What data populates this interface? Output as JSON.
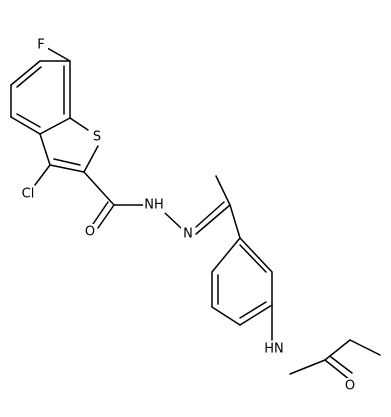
{
  "molecule": {
    "atoms": [
      {
        "id": "F",
        "label": "F"
      },
      {
        "id": "S",
        "label": "S"
      },
      {
        "id": "Cl",
        "label": "Cl"
      },
      {
        "id": "O1",
        "label": "O"
      },
      {
        "id": "NH1",
        "label": "NH"
      },
      {
        "id": "N2",
        "label": "N"
      },
      {
        "id": "HN",
        "label": "HN"
      },
      {
        "id": "O2",
        "label": "O"
      }
    ]
  }
}
